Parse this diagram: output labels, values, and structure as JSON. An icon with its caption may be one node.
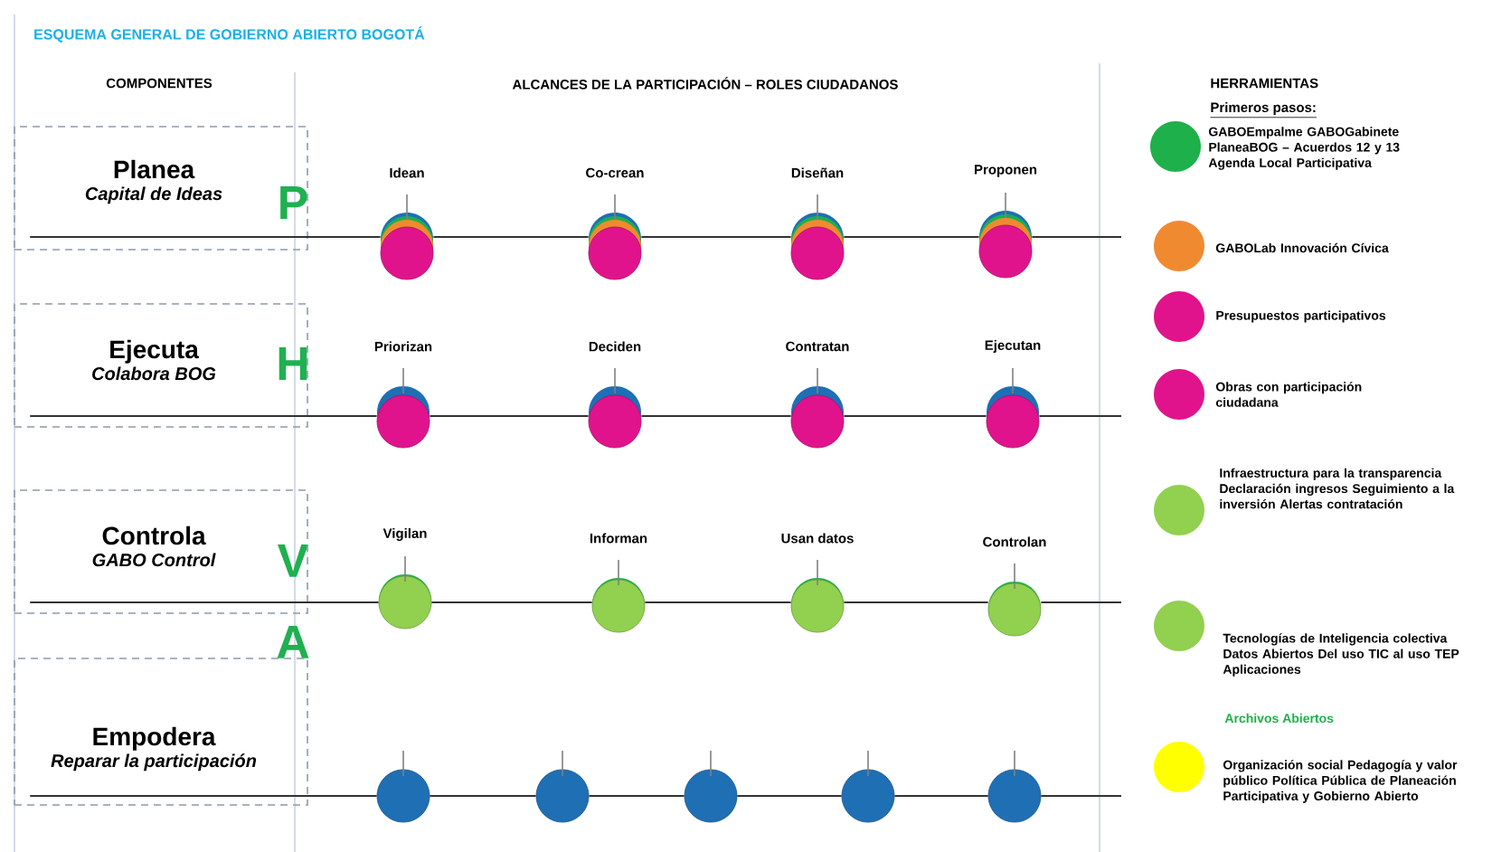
{
  "diagram": {
    "title": "ESQUEMA GENERAL DE GOBIERNO ABIERTO BOGOTÁ",
    "nodes": [
      {
        "text": [
          "Planea",
          "Capital de Ideas"
        ]
      },
      {
        "text": [
          "Idean"
        ]
      },
      {
        "text": [
          "Co-crean"
        ]
      },
      {
        "text": [
          "Diseñan"
        ]
      },
      {
        "text": [
          "Proponen"
        ]
      },
      {
        "text": [
          "Ejecuta",
          "Colabora BOG"
        ]
      },
      {
        "text": [
          "Priorizan"
        ]
      },
      {
        "text": [
          "Deciden"
        ]
      },
      {
        "text": [
          "Contratan"
        ]
      },
      {
        "text": [
          "Ejecutan"
        ]
      },
      {
        "text": [
          "Controla",
          "GABO Control"
        ]
      },
      {
        "text": [
          "Vigilan"
        ]
      },
      {
        "text": [
          "Informan"
        ]
      },
      {
        "text": [
          "Usan datos"
        ]
      },
      {
        "text": [
          "Controlan"
        ]
      },
      {
        "text": [
          "Empodera",
          "Reparar la participación"
        ]
      },
      {
        "text": [],
        "shape": "circle"
      },
      {
        "text": [],
        "shape": "circle"
      },
      {
        "text": [],
        "shape": "circle"
      },
      {
        "text": [],
        "shape": "circle"
      },
      {
        "text": [],
        "shape": "circle"
      }
    ],
    "edges": [
      {
        "from": 0,
        "to": 1,
        "arrow": "none"
      },
      {
        "from": 1,
        "to": 2,
        "arrow": "none"
      },
      {
        "from": 2,
        "to": 3,
        "arrow": "none"
      },
      {
        "from": 3,
        "to": 4,
        "arrow": "none"
      },
      {
        "from": 4,
        "to": null,
        "arrow": "none"
      },
      {
        "from": 5,
        "to": 6,
        "arrow": "none"
      },
      {
        "from": 6,
        "to": 7,
        "arrow": "none"
      },
      {
        "from": 7,
        "to": 8,
        "arrow": "none"
      },
      {
        "from": 8,
        "to": 9,
        "arrow": "none"
      },
      {
        "from": 9,
        "to": null,
        "arrow": "none"
      },
      {
        "from": 10,
        "to": 11,
        "arrow": "none"
      },
      {
        "from": 11,
        "to": 12,
        "arrow": "none"
      },
      {
        "from": 12,
        "to": 13,
        "arrow": "none"
      },
      {
        "from": 13,
        "to": 14,
        "arrow": "none"
      },
      {
        "from": 14,
        "to": null,
        "arrow": "none"
      },
      {
        "from": 15,
        "to": 16,
        "arrow": "none"
      },
      {
        "from": 16,
        "to": 17,
        "arrow": "none"
      },
      {
        "from": 17,
        "to": 18,
        "arrow": "none"
      },
      {
        "from": 18,
        "to": 19,
        "arrow": "none"
      },
      {
        "from": 19,
        "to": 20,
        "arrow": "none"
      },
      {
        "from": 20,
        "to": null,
        "arrow": "none"
      }
    ],
    "labels": [
      "COMPONENTES",
      "ALCANCES DE LA PARTICIPACIÓN – ROLES CIUDADANOS",
      "HERRAMIENTAS",
      "P",
      "H",
      "V",
      "A",
      "Primeros pasos:",
      "Archivos Abiertos"
    ],
    "legend": [
      {
        "text": "GABOEmpalme GABOGabinete PlaneaBOG – Acuerdos 12 y 13 Agenda Local Participativa",
        "color": "#1db04b"
      },
      {
        "text": "GABOLab Innovación Cívica",
        "color": "#f08a31"
      },
      {
        "text": "Presupuestos participativos",
        "color": "#e0138c"
      },
      {
        "text": "Obras con participación ciudadana",
        "color": "#e0138c"
      },
      {
        "text": "Infraestructura para la transparencia Declaración ingresos Seguimiento a la inversión Alertas contratación",
        "color": "#92d050"
      },
      {
        "text": "Tecnologías de Inteligencia colectiva Datos Abiertos Del uso TIC al uso TEP Aplicaciones",
        "color": "#92d050"
      },
      {
        "text": "Organización social Pedagogía y valor público Política Pública de Planeación Participativa y Gobierno Abierto",
        "color": "#ffff00"
      }
    ]
  }
}
